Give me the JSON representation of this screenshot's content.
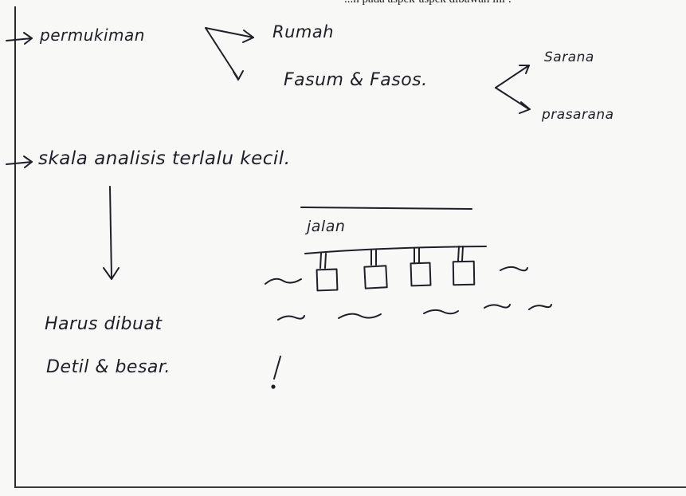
{
  "header": {
    "text": "...n pada aspek-aspek dibawah ini :"
  },
  "notes": {
    "line1_word": "permukiman",
    "branch1": "Rumah",
    "branch2": "Fasum & Fasos.",
    "sub1": "Sarana",
    "sub2": "prasarana",
    "line2": "skala analisis terlalu kecil.",
    "sketch_label": "jalan",
    "line3a": "Harus dibuat",
    "line3b": "Detil & besar.",
    "exclaim": "!"
  },
  "colors": {
    "ink": "#1f1f2a",
    "paper": "#f8f8f6",
    "frame": "#2b2b2b"
  }
}
